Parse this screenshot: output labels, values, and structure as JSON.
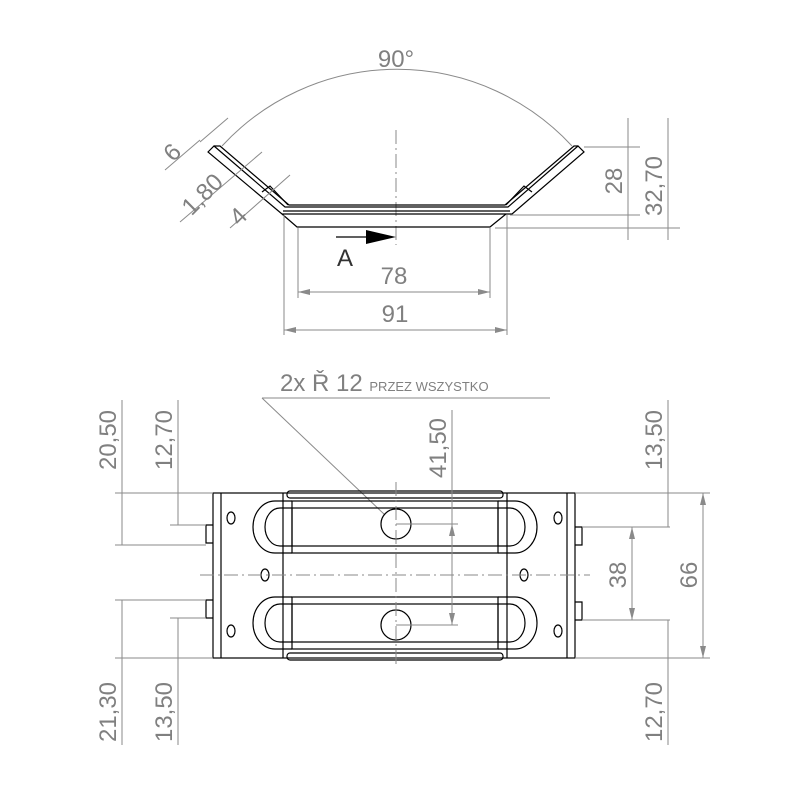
{
  "top_view": {
    "angle": "90°",
    "dim_6": "6",
    "dim_1_80": "1,80",
    "dim_4": "4",
    "dim_28": "28",
    "dim_32_70": "32,70",
    "dim_78": "78",
    "dim_91": "91",
    "view_label": "A"
  },
  "bottom_view": {
    "hole_note": "2x Ř 12",
    "hole_note_suffix": "PRZEZ WSZYSTKO",
    "dim_41_50": "41,50",
    "left_top_outer": "20,50",
    "left_top_inner": "12,70",
    "left_bottom_outer": "21,30",
    "left_bottom_inner": "13,50",
    "right_top": "13,50",
    "right_38": "38",
    "right_66": "66",
    "right_bottom": "12,70"
  }
}
